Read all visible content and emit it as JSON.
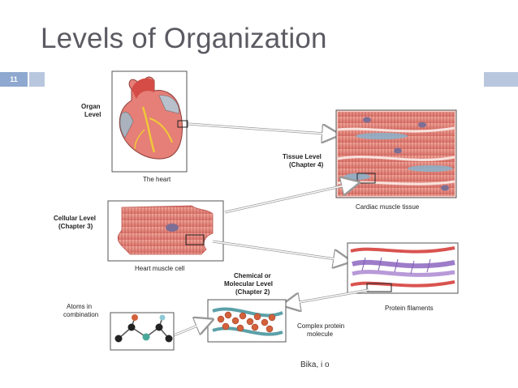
{
  "slide": {
    "title": "Levels of Organization",
    "number": "11",
    "footer": "Bika, i o"
  },
  "figure": {
    "organ_label": [
      "Organ",
      "Level"
    ],
    "organ_caption": "The heart",
    "tissue_label": [
      "Tissue Level",
      "(Chapter 4)"
    ],
    "tissue_caption": "Cardiac muscle tissue",
    "cellular_label": [
      "Cellular Level",
      "(Chapter 3)"
    ],
    "cellular_caption": "Heart muscle cell",
    "chemical_label": [
      "Chemical or",
      "Molecular Level",
      "(Chapter 2)"
    ],
    "protein_caption": "Protein filaments",
    "atoms_label": [
      "Atoms in",
      "combination"
    ],
    "molecule_caption": [
      "Complex protein",
      "molecule"
    ]
  },
  "colors": {
    "title": "#5b5a62",
    "accent_dark": "#8fa8cf",
    "accent_light": "#b9c7de",
    "muscle": "#e8877c",
    "filament_purple": "#9d7cc9"
  }
}
